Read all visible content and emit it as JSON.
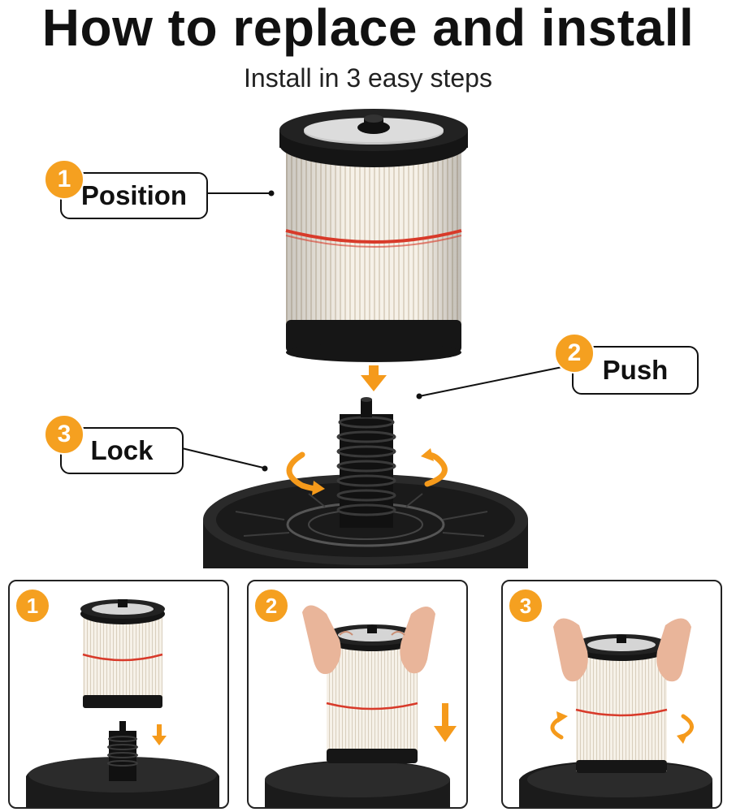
{
  "header": {
    "title": "How to replace and install",
    "subtitle": "Install in 3 easy steps"
  },
  "steps": [
    {
      "number": "1",
      "label": "Position"
    },
    {
      "number": "2",
      "label": "Push"
    },
    {
      "number": "3",
      "label": "Lock"
    }
  ],
  "panels": [
    {
      "number": "1"
    },
    {
      "number": "2"
    },
    {
      "number": "3"
    }
  ],
  "colors": {
    "accent": "#f5a020",
    "filter_pleat": "#f4efe6",
    "filter_band": "#d83a2a",
    "cap": "#151515"
  }
}
